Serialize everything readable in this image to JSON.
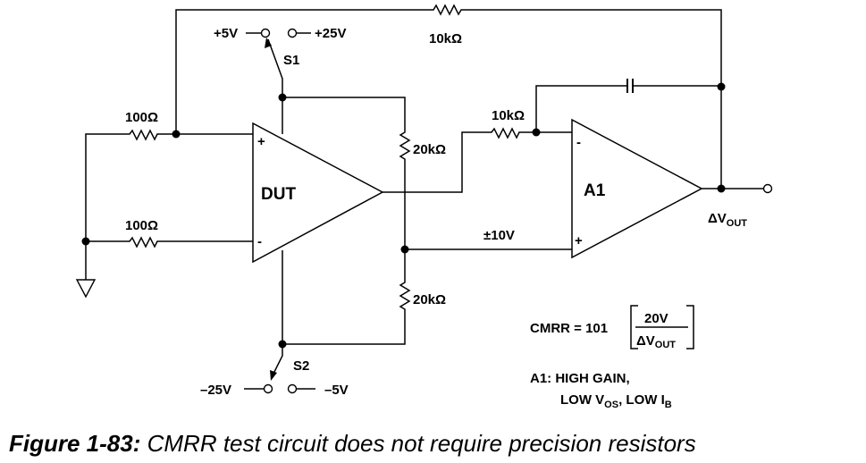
{
  "figure": {
    "number_label": "Figure 1-83:",
    "caption": "CMRR test circuit does not require precision resistors"
  },
  "components": {
    "dut": {
      "label": "DUT",
      "plus": "+",
      "minus": "-"
    },
    "a1": {
      "label": "A1",
      "plus": "+",
      "minus": "-"
    },
    "r_in_plus": "100Ω",
    "r_in_minus": "100Ω",
    "r_feedback_top": "10kΩ",
    "r_a1_in": "10kΩ",
    "r_div_top": "20kΩ",
    "r_div_bottom": "20kΩ",
    "s1": {
      "label": "S1",
      "left": "+5V",
      "right": "+25V"
    },
    "s2": {
      "label": "S2",
      "left": "–25V",
      "right": "–5V"
    },
    "a1_plus_signal": "±10V",
    "output": {
      "delta": "ΔV",
      "sub": "OUT"
    }
  },
  "notes": {
    "cmrr_lhs": "CMRR = 101",
    "cmrr_num": "20V",
    "cmrr_den_delta": "ΔV",
    "cmrr_den_sub": "OUT",
    "a1_line1": "A1: HIGH GAIN,",
    "a1_line2_a": "LOW V",
    "a1_line2_sub1": "OS",
    "a1_line2_b": ", LOW I",
    "a1_line2_sub2": "B"
  }
}
